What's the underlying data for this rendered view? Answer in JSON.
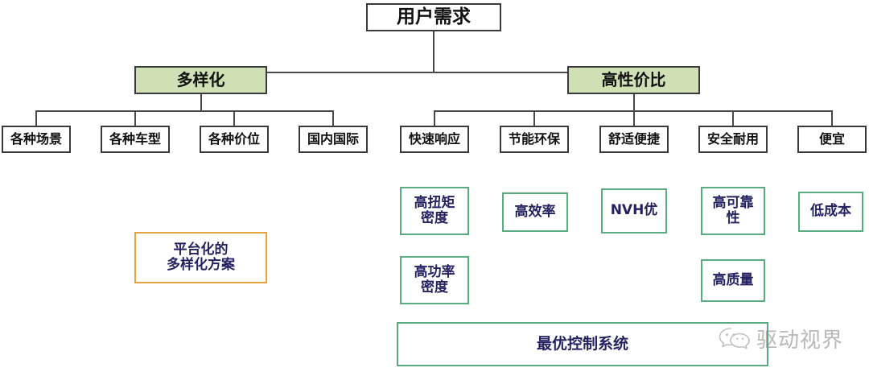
{
  "diagram": {
    "title_root": "用户需求",
    "colors": {
      "green_fill": "#cfe0b4",
      "green_outline": "#5aab82",
      "orange_outline": "#e8a33d",
      "navy_text": "#262261",
      "black_outline": "#3a3a3a",
      "line": "#4a4a4a"
    },
    "root": {
      "label": "用户需求"
    },
    "branches": [
      {
        "label": "多样化"
      },
      {
        "label": "高性价比"
      }
    ],
    "leaves_left": [
      {
        "label": "各种场景"
      },
      {
        "label": "各种车型"
      },
      {
        "label": "各种价位"
      },
      {
        "label": "国内国际"
      }
    ],
    "leaves_right": [
      {
        "label": "快速响应"
      },
      {
        "label": "节能环保"
      },
      {
        "label": "舒适便捷"
      },
      {
        "label": "安全耐用"
      },
      {
        "label": "便宜"
      }
    ],
    "attributes_row1": [
      {
        "label": "高扭矩\n密度"
      },
      {
        "label": "高效率"
      },
      {
        "label": "NVH优"
      },
      {
        "label": "高可靠\n性"
      },
      {
        "label": "低成本"
      }
    ],
    "attributes_row2": [
      {
        "label": "高功率\n密度"
      },
      {
        "label": "高质量"
      }
    ],
    "platform_box": {
      "label": "平台化的\n多样化方案"
    },
    "bottom_bar": {
      "label": "最优控制系统"
    },
    "watermark": {
      "text": "驱动视界",
      "icon": "wechat-icon"
    }
  }
}
